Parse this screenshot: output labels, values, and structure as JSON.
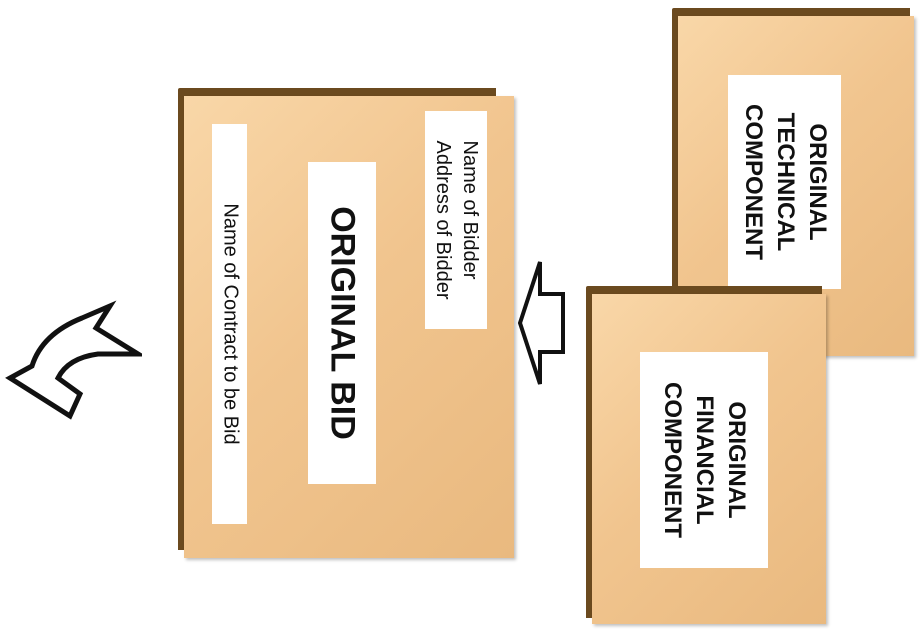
{
  "main_envelope": {
    "title": "ORIGINAL BID",
    "bidder_name": "Name of Bidder",
    "bidder_address": "Address of Bidder",
    "contract": "Name of Contract to be Bid"
  },
  "technical_envelope": {
    "line1": "ORIGINAL",
    "line2": "TECHNICAL",
    "line3": "COMPONENT"
  },
  "financial_envelope": {
    "line1": "ORIGINAL",
    "line2": "FINANCIAL",
    "line3": "COMPONENT"
  },
  "colors": {
    "envelope": "#f1c58f",
    "envelope_edge": "#6b4a1f",
    "label": "#ffffff",
    "arrow_outline": "#111111"
  }
}
